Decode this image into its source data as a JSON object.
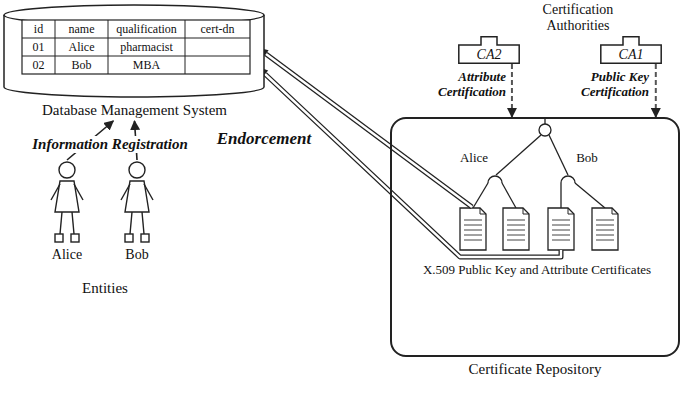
{
  "diagram": {
    "nodes": [
      {
        "text": [
          "Database Management System"
        ]
      },
      {
        "text": [
          "CA2"
        ]
      },
      {
        "text": [
          "CA1"
        ]
      },
      {
        "text": [
          "Certificate Repository"
        ]
      },
      {
        "text": [
          "Alice"
        ]
      },
      {
        "text": [
          "Bob"
        ]
      }
    ],
    "edges": [
      {
        "from": 4,
        "to": 0,
        "arrow": "to"
      },
      {
        "from": 5,
        "to": 0,
        "arrow": "to"
      },
      {
        "from": 1,
        "to": 3,
        "arrow": "to"
      },
      {
        "from": 2,
        "to": 3,
        "arrow": "to"
      }
    ],
    "labels": [
      "id",
      "name",
      "qualification",
      "cert-dn",
      "01",
      "Alice",
      "pharmacist",
      "02",
      "Bob",
      "MBA",
      "Information Registration",
      "Entities",
      "Certification Authorities",
      "Attribute Certification",
      "Public Key Certification",
      "Endorcement",
      "Alice",
      "Bob",
      "X.509 Public Key and Attribute Certificates"
    ]
  }
}
